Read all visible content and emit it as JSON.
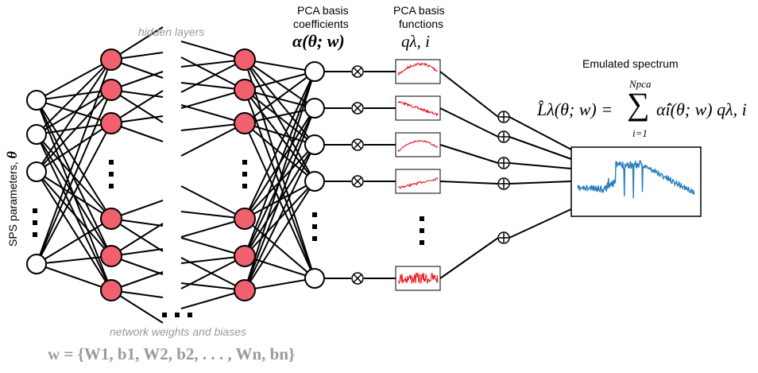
{
  "labels": {
    "hidden_layers": "hidden layers",
    "pca_coeff_line1": "PCA basis",
    "pca_coeff_line2": "coefficients",
    "pca_coeff_math": "α(θ; w)",
    "pca_func_line1": "PCA basis",
    "pca_func_line2": "functions",
    "pca_func_math": "qλ, i",
    "emulated": "Emulated spectrum",
    "formula_lhs": "L̂λ(θ; w) =",
    "formula_sum": "∑",
    "formula_upper": "Npca",
    "formula_lower": "i=1",
    "formula_rhs": "α̂i(θ; w) qλ, i",
    "sps_params": "SPS parameters,",
    "sps_theta": "θ",
    "weights": "network weights and biases",
    "weights_math": "w = {W1, b1, W2, b2, . . . , Wn, bn}"
  },
  "colors": {
    "hidden_node": "#f0606e",
    "spectrum": "#2b7fbf",
    "basis": "#e8141c",
    "gray_text": "#9a9a9a"
  },
  "icons": {
    "multiply": "otimes-icon",
    "add": "oplus-icon"
  }
}
